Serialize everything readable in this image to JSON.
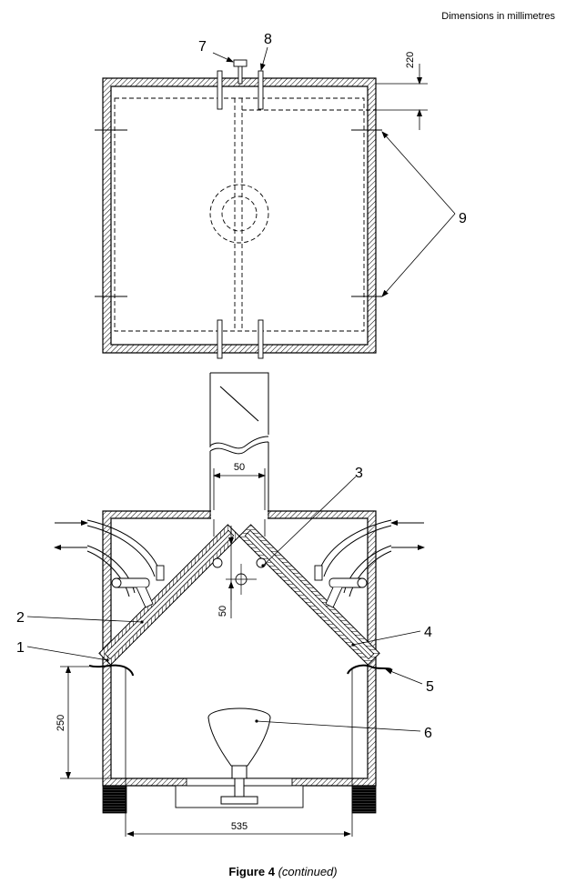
{
  "header": {
    "units_note": "Dimensions in millimetres"
  },
  "callouts": {
    "c1": "1",
    "c2": "2",
    "c3": "3",
    "c4": "4",
    "c5": "5",
    "c6": "6",
    "c7": "7",
    "c8": "8",
    "c9": "9"
  },
  "dimensions": {
    "top_gap": "220",
    "tube_spacing": "50",
    "center_offset": "50",
    "lamp_height": "250",
    "base_width": "535"
  },
  "caption": {
    "figure_label": "Figure 4",
    "continued": "(continued)"
  }
}
